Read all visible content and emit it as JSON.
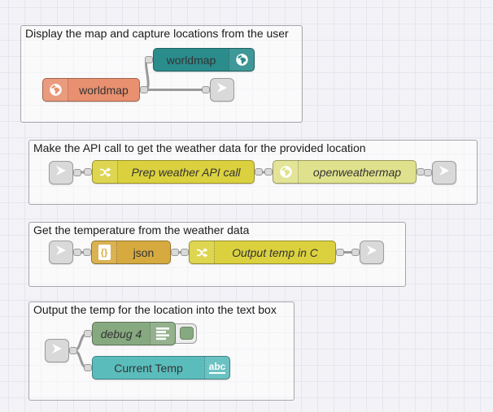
{
  "editor_title": "Node-RED flow canvas",
  "colors": {
    "canvas_bg": "#f3f3f7",
    "grid_line": "#e5e5ee",
    "group_fill": "rgba(255,255,255,0.55)",
    "group_border": "#a6a6ab",
    "wire": "#9a9a9a",
    "port_fill": "#d9d9d9",
    "port_border": "#999999",
    "link_node_fill": "#d9d9d9",
    "node_label": "#333333",
    "worldmap_in": "#2b8c8c",
    "worldmap_out": "#e8906f",
    "change": "#dbd13e",
    "openweathermap": "#e0e18c",
    "json": "#d6aa3f",
    "debug": "#87a980",
    "ui_text": "#5bbcbc",
    "debug_button_fill": "#ececec",
    "debug_button_border": "#9a9a9a"
  },
  "groups": [
    {
      "title": "Display the map and capture locations from the user"
    },
    {
      "title": "Make the API call to get the weather data for the provided location"
    },
    {
      "title": "Get the temperature from the weather data"
    },
    {
      "title": "Output the temp for the location into the text box"
    }
  ],
  "nodes": {
    "worldmap_in": {
      "label": "worldmap",
      "icon": "globe-icon"
    },
    "worldmap_out": {
      "label": "worldmap",
      "icon": "globe-icon"
    },
    "prep_weather": {
      "label": "Prep weather API call",
      "icon": "shuffle-icon"
    },
    "openweathermap": {
      "label": "openweathermap",
      "icon": "globe-icon"
    },
    "json": {
      "label": "json",
      "icon": "braces-page-icon",
      "icon_text": "{}"
    },
    "output_temp": {
      "label": "Output temp in C",
      "icon": "shuffle-icon"
    },
    "debug": {
      "label": "debug 4",
      "icon": "list-icon"
    },
    "current_temp": {
      "label": "Current Temp",
      "icon": "abc-icon",
      "icon_text": "abc"
    }
  }
}
